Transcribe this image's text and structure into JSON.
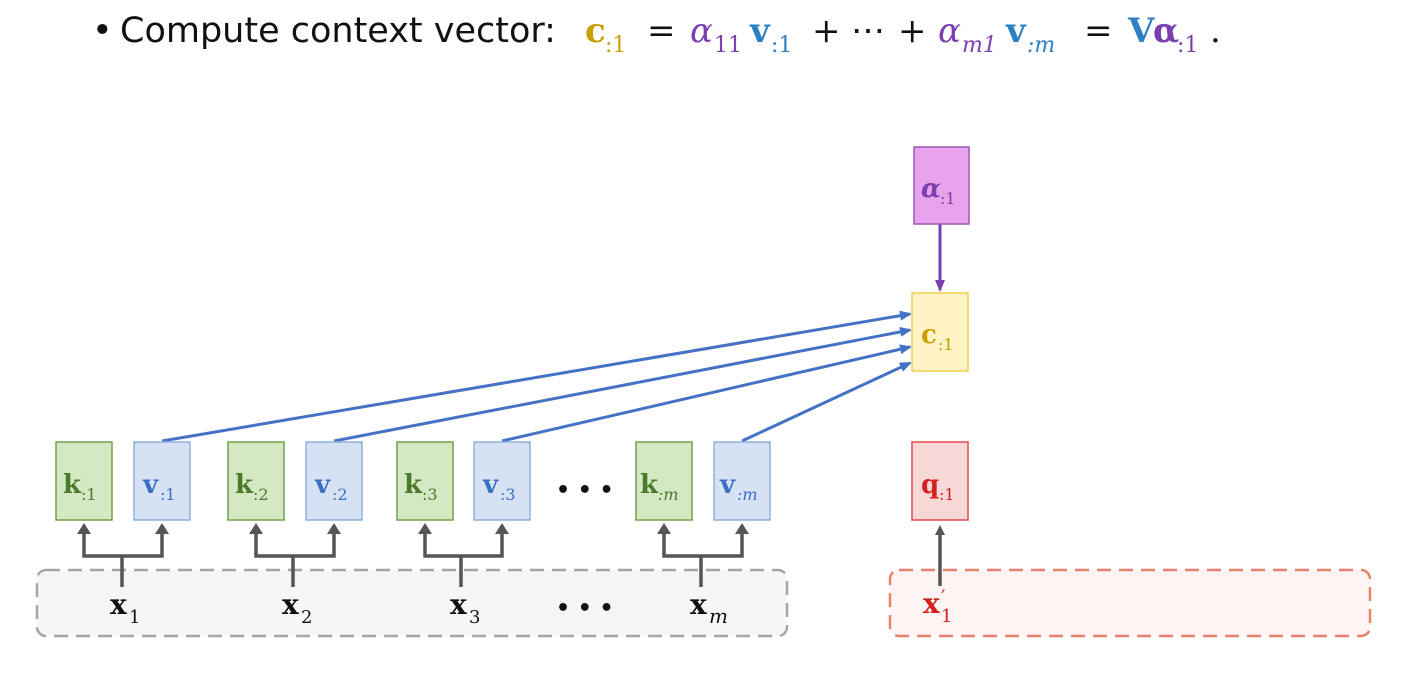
{
  "header": {
    "bullet": "•",
    "label": "Compute context vector:",
    "formula": {
      "c": "c",
      "c_sub": ":1",
      "eq1": "=",
      "alpha1": "α",
      "alpha1_sub": "11",
      "v1": "v",
      "v1_sub": ":1",
      "plus1": "+",
      "dots": "⋯",
      "plus2": "+",
      "alpham": "α",
      "alpham_sub": "m1",
      "vm": "v",
      "vm_sub": ":m",
      "eq2": "=",
      "V": "V",
      "alpha": "α",
      "alpha_sub": ":1",
      "period": "."
    }
  },
  "diagram": {
    "alpha_box": {
      "symbol": "α",
      "sub": ":1"
    },
    "c_box": {
      "symbol": "c",
      "sub": ":1"
    },
    "q_box": {
      "symbol": "q",
      "sub": ":1"
    },
    "pairs": [
      {
        "k": "k",
        "k_sub": ":1",
        "v": "v",
        "v_sub": ":1",
        "x": "x",
        "x_sub": "1"
      },
      {
        "k": "k",
        "k_sub": ":2",
        "v": "v",
        "v_sub": ":2",
        "x": "x",
        "x_sub": "2"
      },
      {
        "k": "k",
        "k_sub": ":3",
        "v": "v",
        "v_sub": ":3",
        "x": "x",
        "x_sub": "3"
      },
      {
        "k": "k",
        "k_sub": ":m",
        "v": "v",
        "v_sub": ":m",
        "x": "x",
        "x_sub": "m"
      }
    ],
    "ellipsis_top": "• • •",
    "ellipsis_bottom": "• • •",
    "query_input": {
      "symbol": "x",
      "prime": "′",
      "sub": "1"
    }
  },
  "colors": {
    "context": "#c8a000",
    "alpha": "#7a3fb0",
    "value": "#3a6fc4",
    "key": "#4a7a2a",
    "query": "#d42020",
    "text": "#111111"
  }
}
